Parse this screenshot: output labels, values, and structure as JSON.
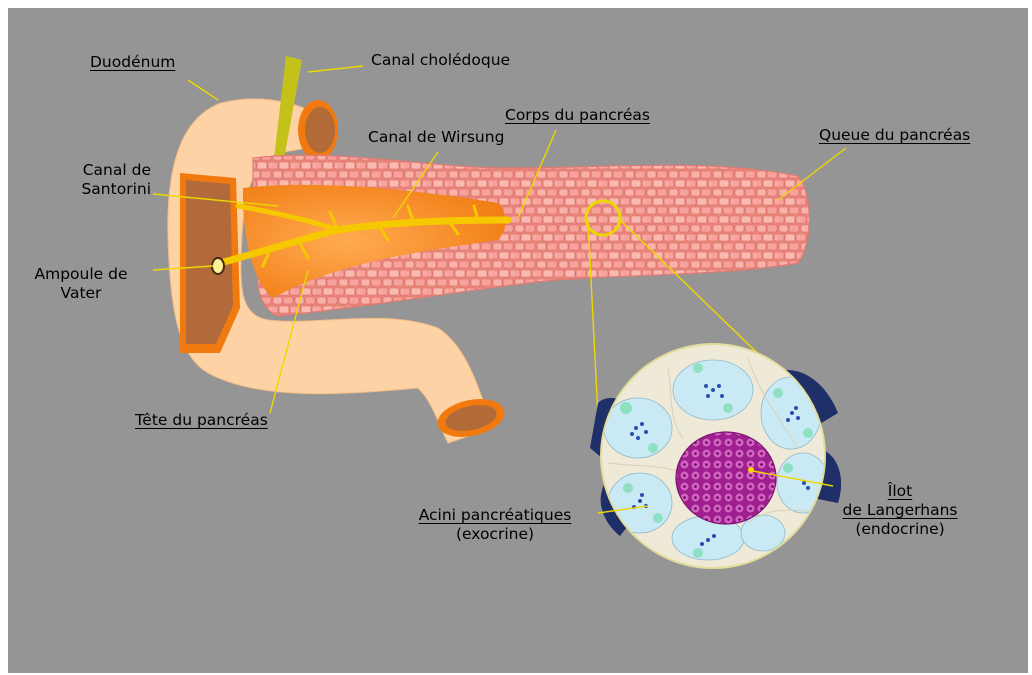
{
  "labels": {
    "duodenum": "Duodénum",
    "canal_choledoque": "Canal cholédoque",
    "corps": "Corps du pancréas",
    "canal_wirsung": "Canal de Wirsung",
    "queue": "Queue du pancréas",
    "canal_santorini_1": "Canal de",
    "canal_santorini_2": "Santorini",
    "ampoule_1": "Ampoule de",
    "ampoule_2": "Vater",
    "tete": "Tête du pancréas",
    "acini_1": "Acini pancréatiques",
    "acini_2": "(exocrine)",
    "ilot_1": "Îlot",
    "ilot_2": "de Langerhans",
    "ilot_3": "(endocrine)"
  },
  "colors": {
    "background": "#959595",
    "duodenum": "#fdd3a6",
    "duct": "#f0a000",
    "orange": "#f07a0f",
    "tissue": "#f6a69d",
    "islet": "#b0279e",
    "leader": "#ecd800"
  }
}
